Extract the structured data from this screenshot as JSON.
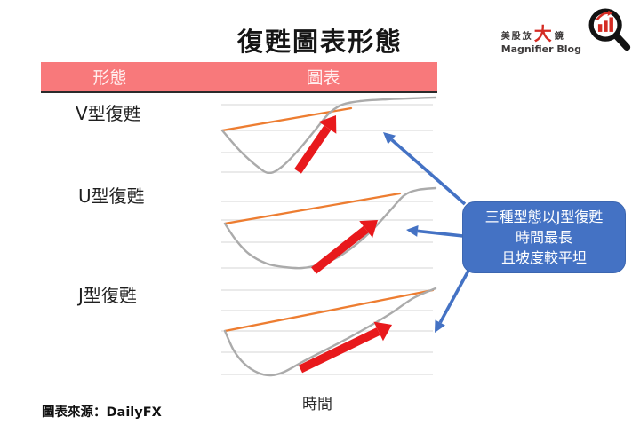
{
  "title": "復甦圖表形態",
  "logo": {
    "brand_small_1": "美股放",
    "brand_large": "大",
    "brand_small_2": "鏡",
    "subtitle": "Magnifier Blog",
    "icon": "magnifier-with-bar-chart-icon",
    "accent_color": "#d42b23"
  },
  "table": {
    "header": {
      "col_pattern": "形態",
      "col_chart": "圖表"
    },
    "rows": [
      {
        "pattern": "V型復甦",
        "chart": {
          "type": "line",
          "description": "V-shaped recovery: sharp fall and equally sharp steep rebound above the trendline",
          "height": 88,
          "gridline_ys": [
            10,
            39,
            64,
            86
          ],
          "curve": [
            [
              5,
              39
            ],
            [
              25,
              62
            ],
            [
              45,
              80
            ],
            [
              58,
              87
            ],
            [
              72,
              80
            ],
            [
              90,
              62
            ],
            [
              110,
              38
            ],
            [
              125,
              20
            ],
            [
              140,
              10
            ],
            [
              160,
              6
            ],
            [
              190,
              4
            ],
            [
              245,
              2
            ]
          ],
          "trendline": [
            5,
            39,
            150,
            14
          ],
          "arrow": [
            90,
            85,
            133,
            22
          ]
        }
      },
      {
        "pattern": "U型復甦",
        "chart": {
          "type": "line",
          "description": "U-shaped recovery: gradual decline, rounded flat bottom, gradual recovery",
          "height": 104,
          "gridline_ys": [
            19,
            40,
            65,
            94
          ],
          "curve": [
            [
              8,
              44
            ],
            [
              20,
              62
            ],
            [
              35,
              78
            ],
            [
              55,
              89
            ],
            [
              75,
              93
            ],
            [
              95,
              94
            ],
            [
              115,
              90
            ],
            [
              135,
              82
            ],
            [
              155,
              68
            ],
            [
              175,
              50
            ],
            [
              195,
              28
            ],
            [
              210,
              12
            ],
            [
              225,
              6
            ],
            [
              245,
              4
            ]
          ],
          "trendline": [
            8,
            44,
            205,
            10
          ],
          "arrow": [
            108,
            97,
            180,
            40
          ]
        }
      },
      {
        "pattern": "J型復甦",
        "chart": {
          "type": "line",
          "description": "J-shaped recovery: sharp dip followed by a long shallow-sloped recovery",
          "height": 116,
          "gridline_ys": [
            7,
            30,
            53,
            77,
            102
          ],
          "curve": [
            [
              8,
              53
            ],
            [
              18,
              75
            ],
            [
              30,
              90
            ],
            [
              45,
              100
            ],
            [
              60,
              103
            ],
            [
              75,
              99
            ],
            [
              95,
              88
            ],
            [
              120,
              75
            ],
            [
              145,
              62
            ],
            [
              170,
              48
            ],
            [
              195,
              33
            ],
            [
              220,
              16
            ],
            [
              245,
              5
            ]
          ],
          "trendline": [
            8,
            53,
            242,
            7
          ],
          "arrow": [
            93,
            96,
            196,
            46
          ]
        }
      }
    ]
  },
  "callout": {
    "lines": [
      "三種型態以J型復甦",
      "時間最長",
      "且坡度較平坦"
    ],
    "bg_color": "#4472c4",
    "text_color": "#ffffff"
  },
  "annotation_arrows": [
    {
      "target": "v-chart",
      "from": [
        523,
        230
      ],
      "to": [
        431,
        149
      ]
    },
    {
      "target": "u-chart",
      "from": [
        521,
        266
      ],
      "to": [
        457,
        259
      ]
    },
    {
      "target": "j-chart",
      "from": [
        527,
        305
      ],
      "to": [
        489,
        375
      ]
    }
  ],
  "x_axis_label": "時間",
  "source_note": "圖表來源：DailyFX",
  "colors": {
    "header_bg": "#f8797b",
    "header_text": "#ffefef",
    "curve": "#ababab",
    "trendline": "#ed7d31",
    "trend_arrow": "#e8191c",
    "annotation_blue": "#4472c4",
    "gridline": "#e3e3e3",
    "divider": "#4a4a4a"
  }
}
